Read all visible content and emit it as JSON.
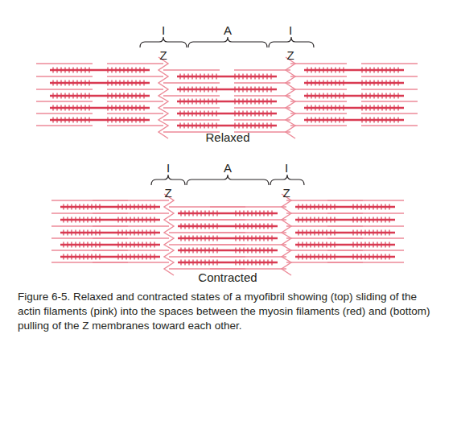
{
  "diagram": {
    "caption": "Figure 6-5. Relaxed and contracted states of a myofibril showing (top) sliding of the actin filaments (pink) into the spaces between the myosin filaments (red) and (bottom) pulling of the Z membranes toward each other.",
    "labels": [
      "I",
      "A",
      "I",
      "Z",
      "Z",
      "Relaxed",
      "I",
      "A",
      "I",
      "Z",
      "Z",
      "Contracted"
    ]
  }
}
